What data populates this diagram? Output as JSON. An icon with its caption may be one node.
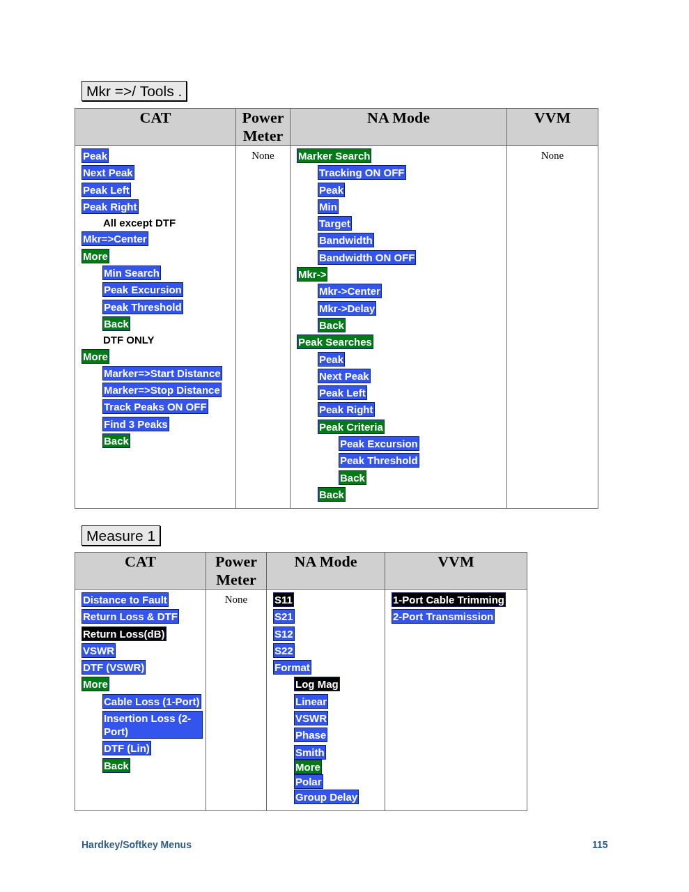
{
  "diagram": {
    "nodes": [
      {
        "text": [
          "Mkr =>/ Tools ."
        ]
      },
      {
        "text": [
          "Peak"
        ]
      },
      {
        "text": [
          "Next Peak"
        ]
      },
      {
        "text": [
          "Peak Left"
        ]
      },
      {
        "text": [
          "Peak Right"
        ]
      },
      {
        "text": [
          "Mkr=>Center"
        ]
      },
      {
        "text": [
          "More"
        ]
      },
      {
        "text": [
          "Min Search"
        ]
      },
      {
        "text": [
          "Peak Excursion"
        ]
      },
      {
        "text": [
          "Peak Threshold"
        ]
      },
      {
        "text": [
          "Back"
        ]
      },
      {
        "text": [
          "More"
        ]
      },
      {
        "text": [
          "Marker=>Start Distance"
        ]
      },
      {
        "text": [
          "Marker=>Stop Distance"
        ]
      },
      {
        "text": [
          "Track Peaks ON OFF"
        ]
      },
      {
        "text": [
          "Find 3 Peaks"
        ]
      },
      {
        "text": [
          "Back"
        ]
      },
      {
        "text": [
          "Marker Search"
        ]
      },
      {
        "text": [
          "Tracking ON OFF"
        ]
      },
      {
        "text": [
          "Peak"
        ]
      },
      {
        "text": [
          "Min"
        ]
      },
      {
        "text": [
          "Target"
        ]
      },
      {
        "text": [
          "Bandwidth"
        ]
      },
      {
        "text": [
          "Bandwidth ON OFF"
        ]
      },
      {
        "text": [
          "Mkr->"
        ]
      },
      {
        "text": [
          "Mkr->Center"
        ]
      },
      {
        "text": [
          "Mkr->Delay"
        ]
      },
      {
        "text": [
          "Back"
        ]
      },
      {
        "text": [
          "Peak Searches"
        ]
      },
      {
        "text": [
          "Peak"
        ]
      },
      {
        "text": [
          "Next Peak"
        ]
      },
      {
        "text": [
          "Peak Left"
        ]
      },
      {
        "text": [
          "Peak Right"
        ]
      },
      {
        "text": [
          "Peak Criteria"
        ]
      },
      {
        "text": [
          "Peak Excursion"
        ]
      },
      {
        "text": [
          "Peak Threshold"
        ]
      },
      {
        "text": [
          "Back"
        ]
      },
      {
        "text": [
          "Back"
        ]
      },
      {
        "text": [
          "Measure 1"
        ]
      },
      {
        "text": [
          "Distance to Fault"
        ]
      },
      {
        "text": [
          "Return Loss & DTF"
        ]
      },
      {
        "text": [
          "Return Loss(dB)"
        ]
      },
      {
        "text": [
          "VSWR"
        ]
      },
      {
        "text": [
          "DTF (VSWR)"
        ]
      },
      {
        "text": [
          "More"
        ]
      },
      {
        "text": [
          "Cable Loss (1-Port)"
        ]
      },
      {
        "text": [
          "Insertion Loss (2-Port)"
        ]
      },
      {
        "text": [
          "DTF (Lin)"
        ]
      },
      {
        "text": [
          "Back"
        ]
      },
      {
        "text": [
          "S11"
        ]
      },
      {
        "text": [
          "S21"
        ]
      },
      {
        "text": [
          "S12"
        ]
      },
      {
        "text": [
          "S22"
        ]
      },
      {
        "text": [
          "Format"
        ]
      },
      {
        "text": [
          "Log Mag"
        ]
      },
      {
        "text": [
          "Linear"
        ]
      },
      {
        "text": [
          "VSWR"
        ]
      },
      {
        "text": [
          "Phase"
        ]
      },
      {
        "text": [
          "Smith"
        ]
      },
      {
        "text": [
          "More"
        ]
      },
      {
        "text": [
          "Polar"
        ]
      },
      {
        "text": [
          "Group Delay"
        ]
      },
      {
        "text": [
          "1-Port Cable Trimming"
        ]
      },
      {
        "text": [
          "2-Port Transmission"
        ]
      }
    ],
    "labels": [
      "CAT",
      "Power Meter",
      "NA Mode",
      "VVM",
      "All except DTF",
      "DTF ONLY",
      "None",
      "None",
      "CAT",
      "Power Meter",
      "NA Mode",
      "VVM",
      "None",
      "Hardkey/Softkey Menus",
      "115"
    ]
  }
}
